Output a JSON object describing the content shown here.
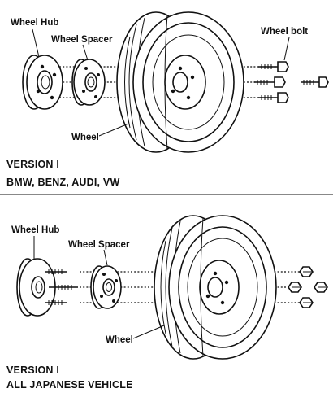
{
  "top_panel": {
    "labels": {
      "wheel_hub": "Wheel Hub",
      "wheel_spacer": "Wheel Spacer",
      "wheel_bolt": "Wheel bolt",
      "wheel": "Wheel"
    },
    "version_title": "VERSION I",
    "vehicles": "BMW, BENZ, AUDI, VW"
  },
  "bottom_panel": {
    "labels": {
      "wheel_hub": "Wheel Hub",
      "wheel_spacer": "Wheel Spacer",
      "wheel": "Wheel"
    },
    "version_title": "VERSION I",
    "vehicles": "ALL JAPANESE VEHICLE"
  }
}
